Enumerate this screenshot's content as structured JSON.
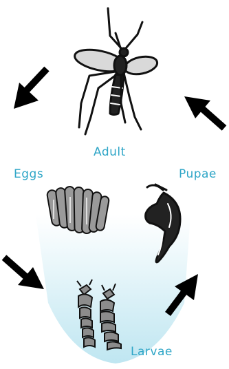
{
  "diagram": {
    "stages": {
      "adult": "Adult",
      "eggs": "Eggs",
      "pupae": "Pupae",
      "larvae": "Larvae"
    },
    "colors": {
      "label": "#2fa6c7",
      "water_top": "#ffffff",
      "water_bottom": "#bfe6f1",
      "arrow": "#000000",
      "insect_body": "#222222",
      "insect_gray": "#8a8a8a"
    }
  }
}
